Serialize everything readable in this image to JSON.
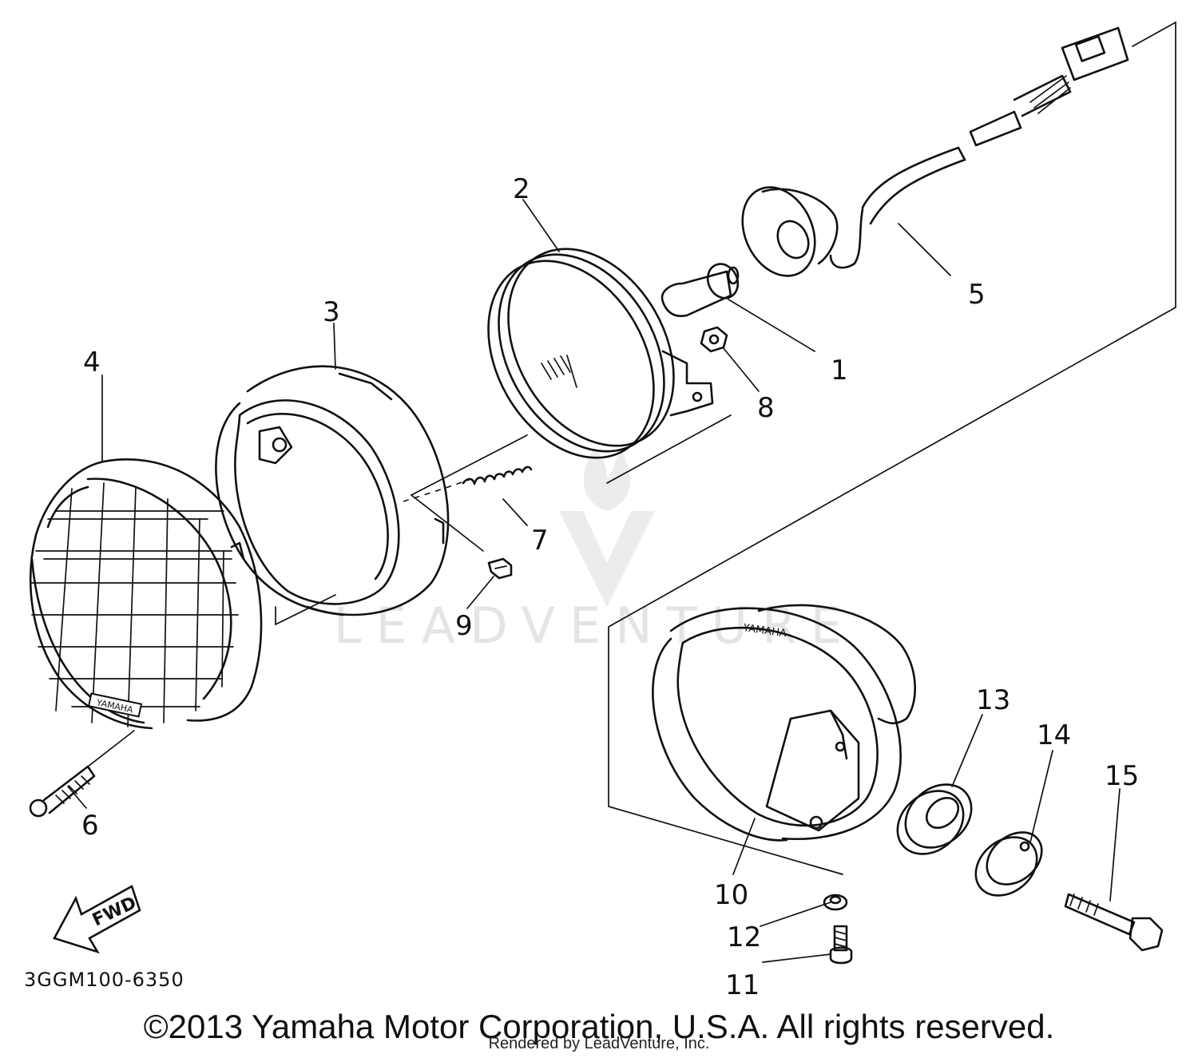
{
  "diagram": {
    "callouts": [
      {
        "id": "1",
        "text": "1"
      },
      {
        "id": "2",
        "text": "2"
      },
      {
        "id": "3",
        "text": "3"
      },
      {
        "id": "4",
        "text": "4"
      },
      {
        "id": "5",
        "text": "5"
      },
      {
        "id": "6",
        "text": "6"
      },
      {
        "id": "7",
        "text": "7"
      },
      {
        "id": "8",
        "text": "8"
      },
      {
        "id": "9",
        "text": "9"
      },
      {
        "id": "10",
        "text": "10"
      },
      {
        "id": "11",
        "text": "11"
      },
      {
        "id": "12",
        "text": "12"
      },
      {
        "id": "13",
        "text": "13"
      },
      {
        "id": "14",
        "text": "14"
      },
      {
        "id": "15",
        "text": "15"
      }
    ],
    "direction_label": "FWD",
    "grille_marking": "YAMAHA",
    "diagram_code": "3GGM100-6350",
    "watermark": "LEADVENTURE"
  },
  "footer": {
    "copyright": "©2013 Yamaha Motor Corporation, U.S.A. All rights reserved.",
    "rendered_by": "Rendered by LeadVenture, Inc."
  }
}
